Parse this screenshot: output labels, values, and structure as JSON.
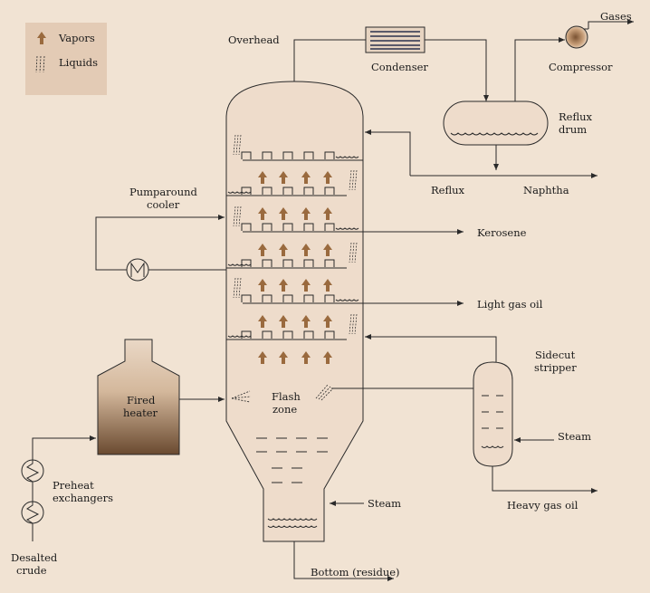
{
  "legend": {
    "vapors": "Vapors",
    "liquids": "Liquids"
  },
  "labels": {
    "overhead": "Overhead",
    "condenser": "Condenser",
    "gases": "Gases",
    "compressor": "Compressor",
    "reflux_drum_1": "Reflux",
    "reflux_drum_2": "drum",
    "reflux": "Reflux",
    "naphtha": "Naphtha",
    "pumparound_1": "Pumparound",
    "pumparound_2": "cooler",
    "kerosene": "Kerosene",
    "light_gas_oil": "Light gas oil",
    "fired_heater_1": "Fired",
    "fired_heater_2": "heater",
    "flash_zone_1": "Flash",
    "flash_zone_2": "zone",
    "sidecut_1": "Sidecut",
    "sidecut_2": "stripper",
    "steam_stripper": "Steam",
    "steam_column": "Steam",
    "heavy_gas_oil": "Heavy gas oil",
    "preheat_1": "Preheat",
    "preheat_2": "exchangers",
    "desalted_1": "Desalted",
    "desalted_2": "crude",
    "bottom": "Bottom (residue)"
  },
  "colors": {
    "background": "#f1e3d3",
    "vessel_fill": "#eedccb",
    "legend_box": "#e3cbb5",
    "vapor_arrow": "#9a6a3e",
    "heater_top": "#ead8c6",
    "heater_bottom": "#6a4a30",
    "line": "#2a2a2a"
  }
}
